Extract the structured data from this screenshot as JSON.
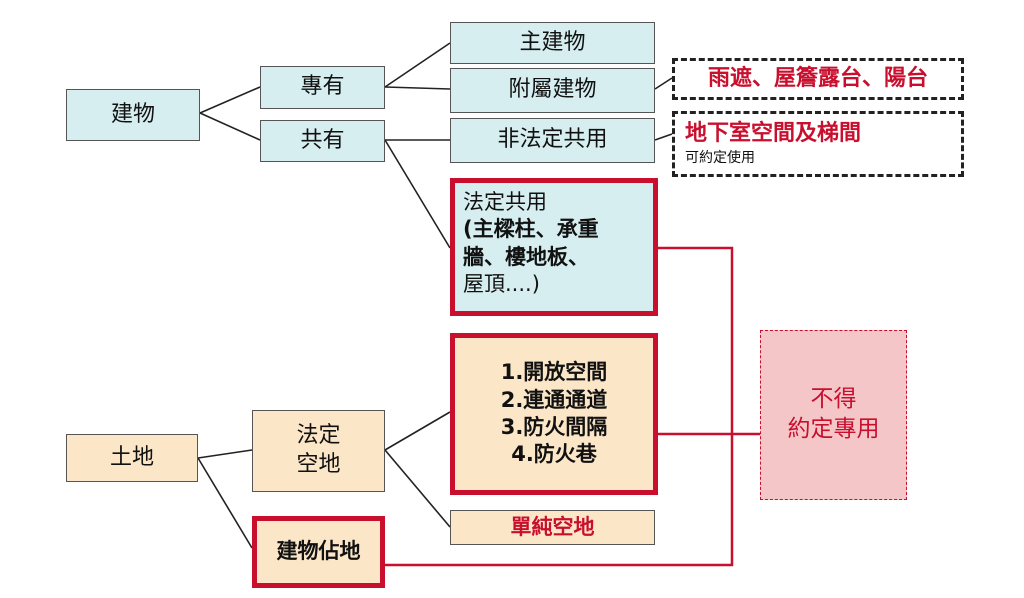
{
  "building": {
    "label": "建物",
    "exclusive": "專有",
    "common": "共有",
    "main_building": "主建物",
    "annex_building": "附屬建物",
    "non_statutory_common": "非法定共用",
    "statutory_common": {
      "lines": [
        "法定共用",
        "(主樑柱、承重",
        "牆、樓地板、",
        "屋頂....)"
      ]
    },
    "annex_note": "雨遮、屋簷露台、陽台",
    "basement_note": "地下室空間及梯間",
    "basement_sub": "可約定使用"
  },
  "land": {
    "label": "土地",
    "statutory_open": {
      "lines": [
        "法定",
        "空地"
      ]
    },
    "open_items": [
      "1.開放空間",
      "2.連通通道",
      "3.防火間隔",
      "4.防火巷"
    ],
    "pure_open": "單純空地",
    "footprint": "建物佔地"
  },
  "restriction": {
    "lines": [
      "不得",
      "約定專用"
    ]
  },
  "colors": {
    "accent": "#c8102e",
    "blue": "#d6eef0",
    "tan": "#fbe6c8",
    "pink": "#f4c6c8"
  }
}
